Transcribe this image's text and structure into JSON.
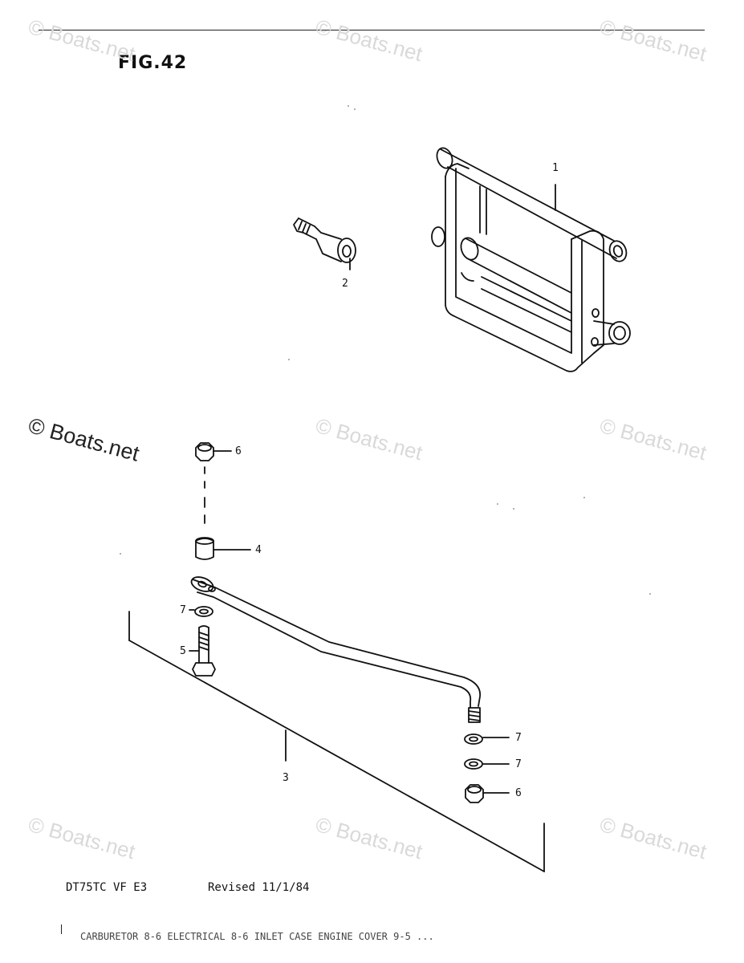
{
  "figure": {
    "title": "FIG.42"
  },
  "watermark": {
    "text": "© Boats.net"
  },
  "callouts": {
    "p1": "1",
    "p2": "2",
    "p3": "3",
    "p4": "4",
    "p5": "5",
    "p6_top": "6",
    "p6_bottom": "6",
    "p7_left": "7",
    "p7_right_a": "7",
    "p7_right_b": "7"
  },
  "footer": {
    "model": "DT75TC VF E3",
    "revised": "Revised 11/1/84",
    "index_strip": "CARBURETOR    8-6  ELECTRICAL    8-6  INLET CASE    ENGINE COVER    9-5  ..."
  }
}
